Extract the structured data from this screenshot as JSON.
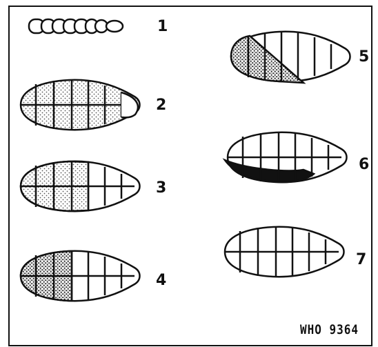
{
  "figure": {
    "stage_labels": [
      "1",
      "2",
      "3",
      "4",
      "5",
      "6",
      "7"
    ],
    "credit": "WHO 9364",
    "colors": {
      "ink": "#111111",
      "stipple": "#555555",
      "paper": "#ffffff"
    }
  }
}
